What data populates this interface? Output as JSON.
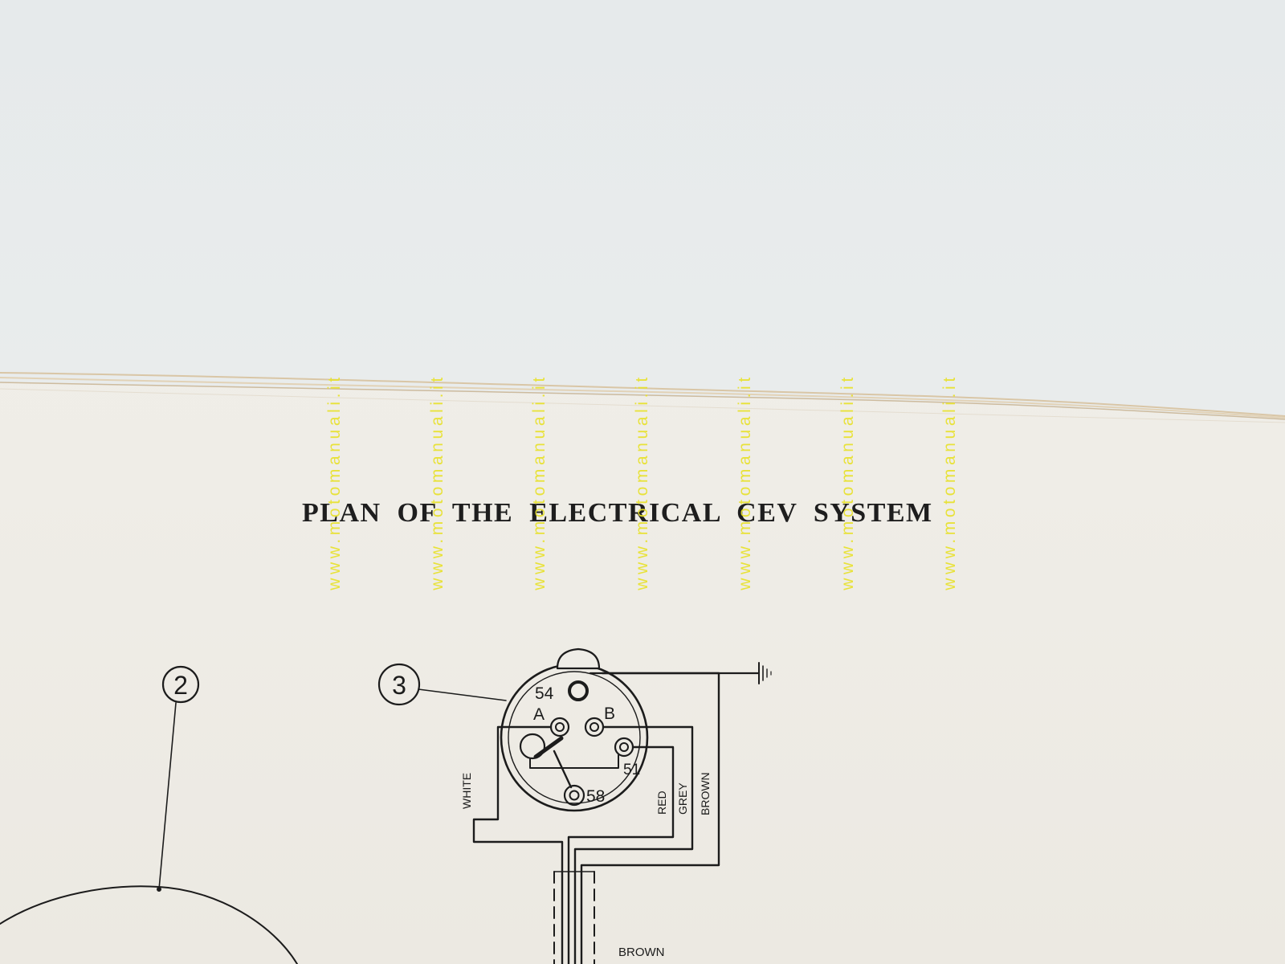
{
  "document": {
    "title": "PLAN OF THE ELECTRICAL CEV SYSTEM"
  },
  "watermark": {
    "text": "www.motomanuali.it",
    "color": "#e8e22c"
  },
  "diagram": {
    "callouts": {
      "c2": "2",
      "c3": "3"
    },
    "terminals": {
      "t54": "54",
      "tA": "A",
      "tB": "B",
      "t51": "51",
      "t58": "58"
    },
    "wires": {
      "white": "WHITE",
      "red": "RED",
      "grey": "GREY",
      "brown": "BROWN",
      "brown_bottom": "BROWN"
    },
    "ink_color": "#1c1c1c",
    "paper_color": "#efede7"
  }
}
